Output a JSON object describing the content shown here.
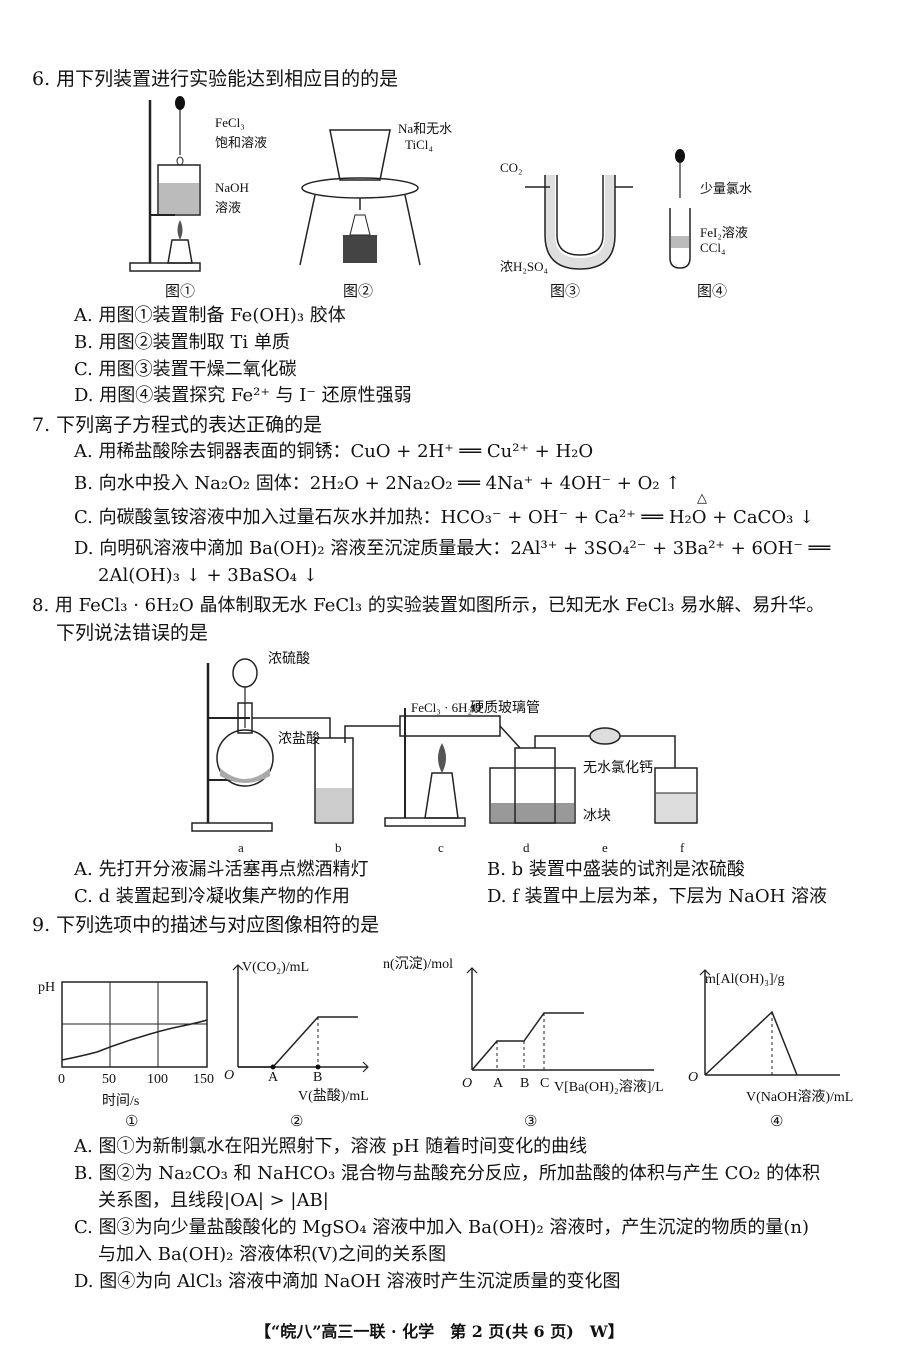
{
  "q6": {
    "stem": "6. 用下列装置进行实验能达到相应目的的是",
    "fig1": {
      "label1": "FeCl₃",
      "label2": "饱和溶液",
      "label3": "NaOH",
      "label4": "溶液",
      "caption": "图①"
    },
    "fig2": {
      "label1": "Na和无水",
      "label2": "TiCl₄",
      "caption": "图②"
    },
    "fig3": {
      "label1": "CO₂",
      "label2": "浓H₂SO₄",
      "caption": "图③"
    },
    "fig4": {
      "label1": "少量氯水",
      "label2": "FeI₂溶液",
      "label3": "CCl₄",
      "caption": "图④"
    },
    "options": [
      "A. 用图①装置制备 Fe(OH)₃ 胶体",
      "B. 用图②装置制取 Ti 单质",
      "C. 用图③装置干燥二氧化碳",
      "D. 用图④装置探究 Fe²⁺ 与 I⁻ 还原性强弱"
    ]
  },
  "q7": {
    "stem": "7. 下列离子方程式的表达正确的是",
    "options": [
      "A. 用稀盐酸除去铜器表面的铜锈：CuO + 2H⁺ ══ Cu²⁺ + H₂O",
      "B. 向水中投入 Na₂O₂ 固体：2H₂O + 2Na₂O₂ ══ 4Na⁺ + 4OH⁻ + O₂ ↑",
      "C. 向碳酸氢铵溶液中加入过量石灰水并加热：HCO₃⁻ + OH⁻ + Ca²⁺ ══ H₂O + CaCO₃ ↓",
      "D. 向明矾溶液中滴加 Ba(OH)₂ 溶液至沉淀质量最大：2Al³⁺ + 3SO₄²⁻ + 3Ba²⁺ + 6OH⁻ ══",
      "2Al(OH)₃ ↓ + 3BaSO₄ ↓"
    ],
    "heat_symbol": "△"
  },
  "q8": {
    "stem1": "8. 用 FeCl₃ · 6H₂O 晶体制取无水 FeCl₃ 的实验装置如图所示，已知无水 FeCl₃ 易水解、易升华。",
    "stem2": "下列说法错误的是",
    "labels": {
      "l1": "浓硫酸",
      "l2": "浓盐酸",
      "l3": "FeCl₃ · 6H₂O",
      "l4": "硬质玻璃管",
      "l5": "无水氯化钙",
      "l6": "冰块",
      "a": "a",
      "b": "b",
      "c": "c",
      "d": "d",
      "e": "e",
      "f": "f"
    },
    "options": [
      "A. 先打开分液漏斗活塞再点燃酒精灯",
      "B. b 装置中盛装的试剂是浓硫酸",
      "C. d 装置起到冷凝收集产物的作用",
      "D. f 装置中上层为苯，下层为 NaOH 溶液"
    ]
  },
  "q9": {
    "stem": "9. 下列选项中的描述与对应图像相符的是",
    "g1": {
      "ylabel": "pH",
      "ticks": [
        "0",
        "50",
        "100",
        "150"
      ],
      "xlabel": "时间/s",
      "caption": "①"
    },
    "g2": {
      "ylabel": "V(CO₂)/mL",
      "o": "O",
      "a": "A",
      "b": "B",
      "xlabel": "V(盐酸)/mL",
      "caption": "②"
    },
    "g3": {
      "ylabel": "n(沉淀)/mol",
      "o": "O",
      "a": "A",
      "b": "B",
      "c": "C",
      "xlabel": "V[Ba(OH)₂溶液]/L",
      "caption": "③"
    },
    "g4": {
      "ylabel": "m[Al(OH)₃]/g",
      "o": "O",
      "xlabel": "V(NaOH溶液)/mL",
      "caption": "④"
    },
    "options": [
      "A. 图①为新制氯水在阳光照射下，溶液 pH 随着时间变化的曲线",
      "B. 图②为 Na₂CO₃ 和 NaHCO₃ 混合物与盐酸充分反应，所加盐酸的体积与产生 CO₂ 的体积",
      "关系图，且线段|OA| > |AB|",
      "C. 图③为向少量盐酸酸化的 MgSO₄ 溶液中加入 Ba(OH)₂ 溶液时，产生沉淀的物质的量(n)",
      "与加入 Ba(OH)₂ 溶液体积(V)之间的关系图",
      "D. 图④为向 AlCl₃ 溶液中滴加 NaOH 溶液时产生沉淀质量的变化图"
    ]
  },
  "footer": "【“皖八”高三一联 · 化学　第 2 页(共 6 页)　W】"
}
